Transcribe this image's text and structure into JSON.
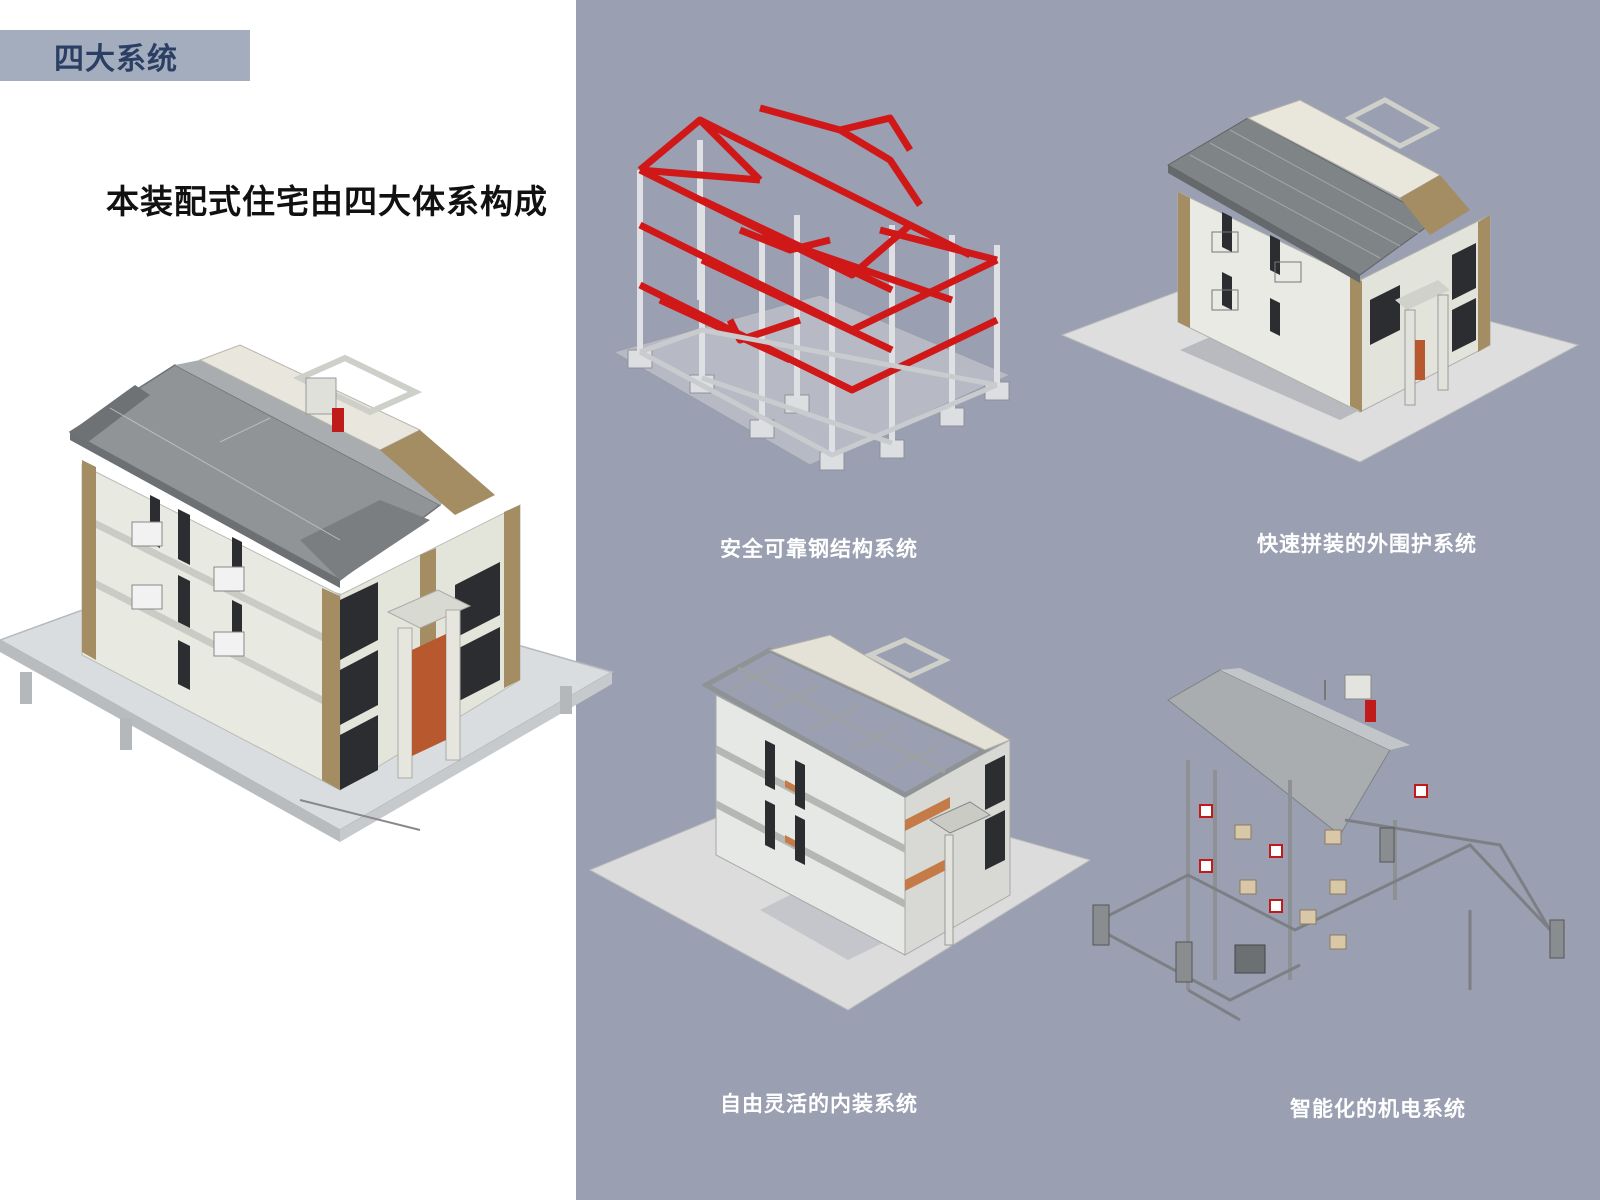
{
  "header": {
    "section_title": "四大系统"
  },
  "intro": {
    "headline": "本装配式住宅由四大体系构成"
  },
  "systems": [
    {
      "label": "安全可靠钢结构系统",
      "icon": "steel-frame-model"
    },
    {
      "label": "快速拼装的外围护系统",
      "icon": "envelope-model"
    },
    {
      "label": "自由灵活的内装系统",
      "icon": "interior-model"
    },
    {
      "label": "智能化的机电系统",
      "icon": "mep-model"
    }
  ],
  "colors": {
    "panel": "#9aa0b1",
    "tag": "#a4adbd",
    "tag_text": "#2b3e64",
    "steel": "#d01818",
    "wall": "#e7e9df",
    "roof": "#8a8e90",
    "trim": "#a48c63"
  }
}
